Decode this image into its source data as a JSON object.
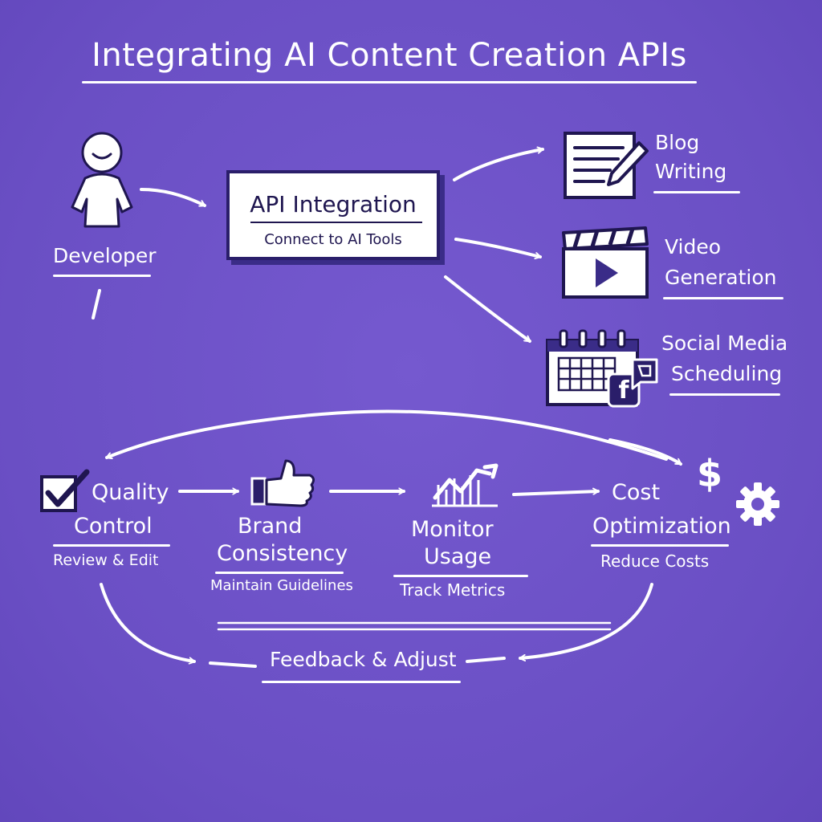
{
  "title": "Integrating AI Content Creation APIs",
  "developer": {
    "label": "Developer"
  },
  "api_box": {
    "title": "API Integration",
    "subtitle": "Connect to AI Tools"
  },
  "outputs": [
    {
      "line1": "Blog",
      "line2": "Writing",
      "icon": "document-pencil-icon"
    },
    {
      "line1": "Video",
      "line2": "Generation",
      "icon": "video-clapperboard-icon"
    },
    {
      "line1": "Social Media",
      "line2": "Scheduling",
      "icon": "calendar-social-icon"
    }
  ],
  "steps": [
    {
      "line1": "Quality",
      "line2": "Control",
      "sub": "Review & Edit",
      "icon": "checkbox-icon"
    },
    {
      "line1": "Brand",
      "line2": "Consistency",
      "sub": "Maintain Guidelines",
      "icon": "thumbs-up-icon"
    },
    {
      "line1": "Monitor",
      "line2": "Usage",
      "sub": "Track Metrics",
      "icon": "chart-icon"
    },
    {
      "line1": "Cost",
      "line2": "Optimization",
      "sub": "Reduce Costs",
      "icon": "dollar-gear-icon"
    }
  ],
  "dollar_symbol": "$",
  "social_glyph": "f",
  "feedback": "Feedback & Adjust",
  "colors": {
    "background": "#6E53C8",
    "ink": "#FFFFFF",
    "dark": "#2A1E6A"
  }
}
